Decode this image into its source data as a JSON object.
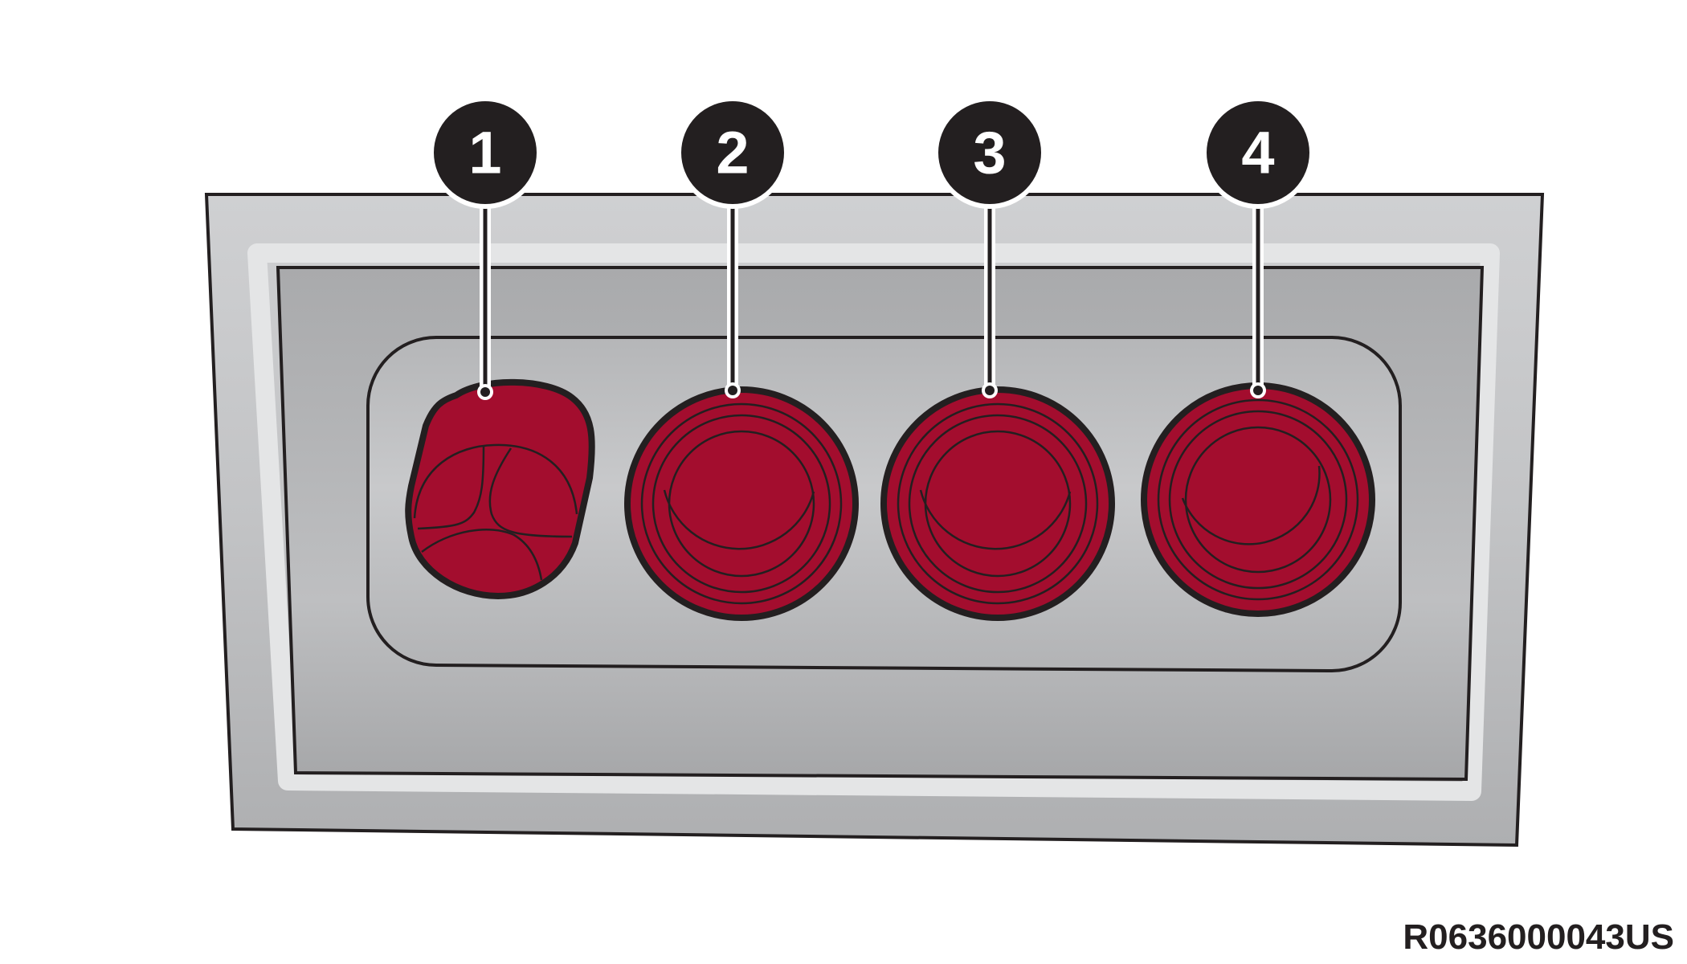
{
  "callouts": [
    {
      "number": "1",
      "component": "split-dome-lamp"
    },
    {
      "number": "2",
      "component": "round-lamp"
    },
    {
      "number": "3",
      "component": "round-lamp"
    },
    {
      "number": "4",
      "component": "round-lamp"
    }
  ],
  "reference_code": "R0636000043US",
  "colors": {
    "lens_red": "#a30d2e",
    "outline": "#231f20",
    "panel_gray": "#b8b9bb",
    "panel_light": "#d6d7d9",
    "callout_fill": "#231f20",
    "callout_text": "#ffffff"
  }
}
